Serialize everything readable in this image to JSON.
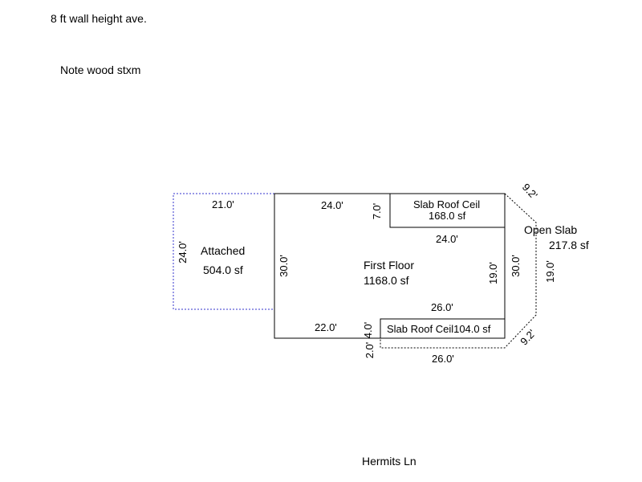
{
  "notes": {
    "wall_height": "8 ft wall height ave.",
    "structure": "Note wood stxm",
    "street": "Hermits Ln"
  },
  "areas": {
    "attached": {
      "name": "Attached",
      "size": "504.0 sf"
    },
    "first_floor": {
      "name": "First Floor",
      "size": "1168.0 sf"
    },
    "slab_roof_top": {
      "name": "Slab Roof Ceil",
      "size": "168.0 sf"
    },
    "slab_roof_bottom": {
      "name": "Slab Roof Ceil104.0 sf"
    },
    "open_slab": {
      "name": "Open Slab",
      "size": "217.8 sf"
    }
  },
  "dimensions": {
    "attached_top": "21.0'",
    "attached_left": "24.0'",
    "floor_left": "30.0'",
    "floor_top": "24.0'",
    "notch_top": "7.0'",
    "notch_bottom": "24.0'",
    "notch_right": "19.0'",
    "floor_right": "30.0'",
    "lower_step": "26.0'",
    "floor_bottom": "22.0'",
    "step_left": "4.0'",
    "slab_strip_left": "2.0'",
    "slab_strip_bottom": "26.0'",
    "open_slab_upper_diag": "9.2'",
    "open_slab_side": "19.0'",
    "open_slab_lower_diag": "9.2'"
  }
}
